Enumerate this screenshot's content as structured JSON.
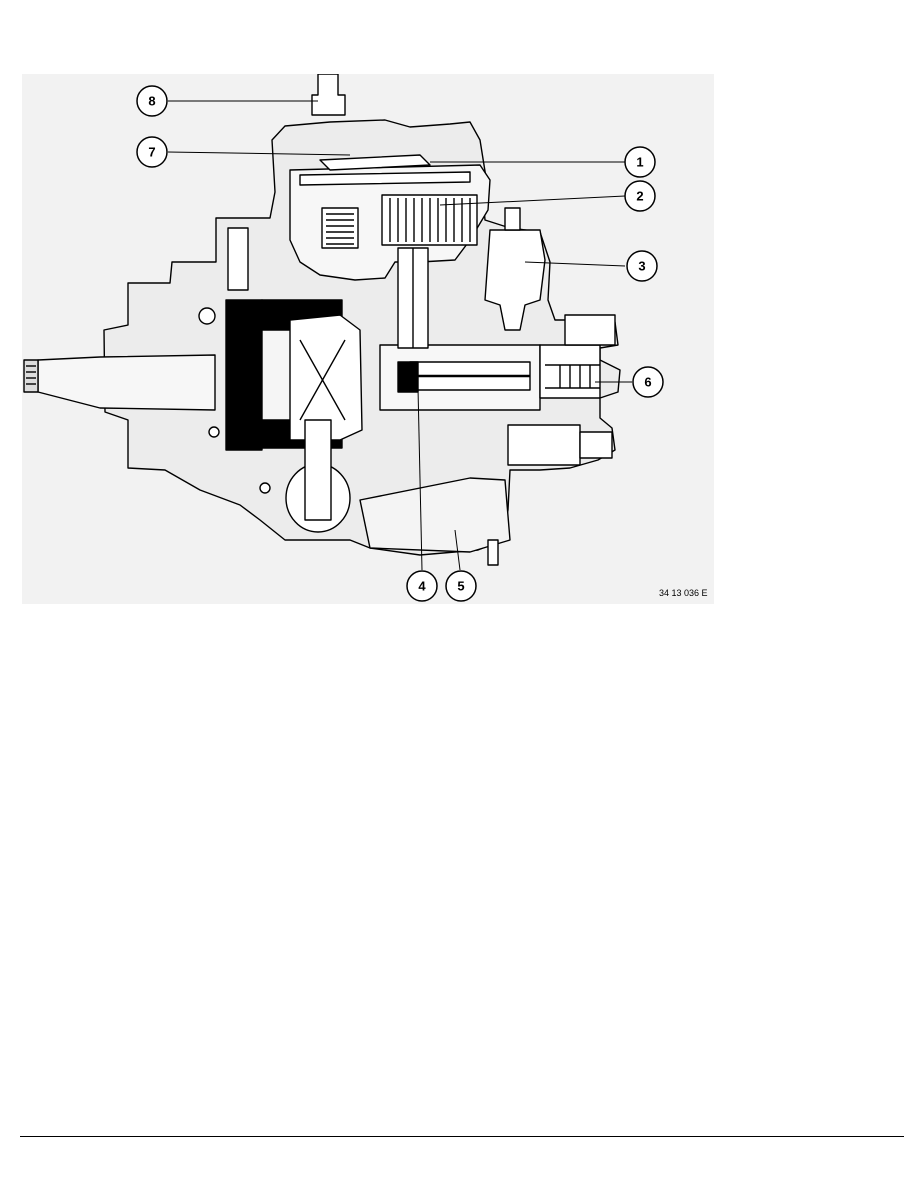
{
  "figure": {
    "code": "34 13 036 E",
    "callouts": [
      "1",
      "2",
      "3",
      "4",
      "5",
      "6",
      "7",
      "8"
    ]
  }
}
